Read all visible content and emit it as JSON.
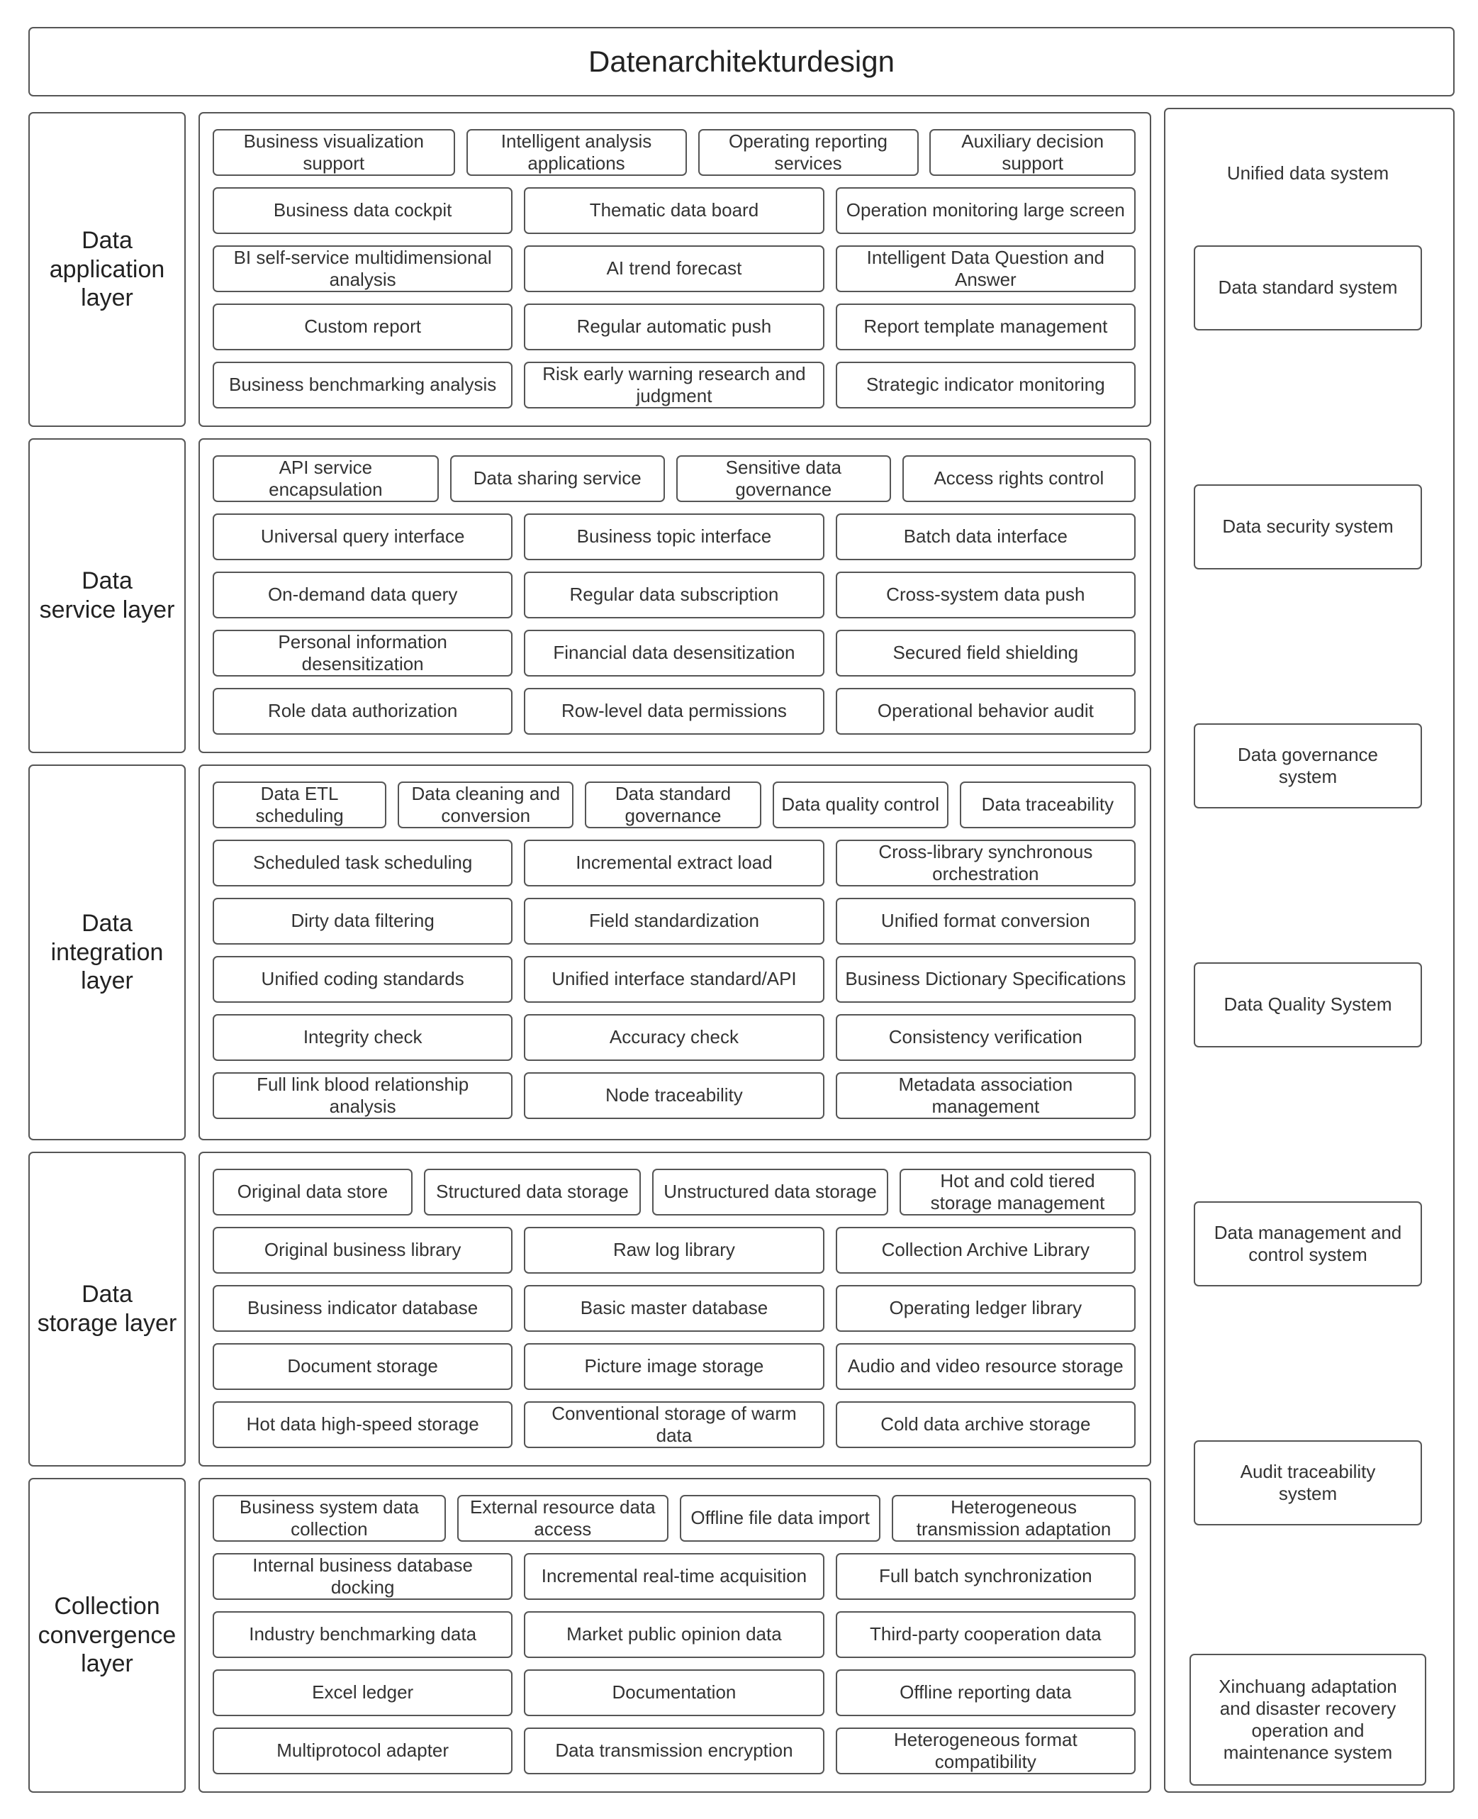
{
  "title": "Datenarchitekturdesign",
  "layers": [
    {
      "label": "Data\napplication\nlayer",
      "rows": [
        [
          "Business visualization support",
          "Intelligent analysis applications",
          "Operating reporting services",
          "Auxiliary decision support"
        ],
        [
          "Business data cockpit",
          "Thematic data board",
          "Operation monitoring large screen"
        ],
        [
          "BI self-service multidimensional analysis",
          "AI trend forecast",
          "Intelligent Data Question and Answer"
        ],
        [
          "Custom report",
          "Regular automatic push",
          "Report template management"
        ],
        [
          "Business benchmarking analysis",
          "Risk early warning research and judgment",
          "Strategic indicator monitoring"
        ]
      ]
    },
    {
      "label": "Data\nservice layer",
      "rows": [
        [
          "API service encapsulation",
          "Data sharing service",
          "Sensitive data governance",
          "Access rights control"
        ],
        [
          "Universal query interface",
          "Business topic interface",
          "Batch data interface"
        ],
        [
          "On-demand data query",
          "Regular data subscription",
          "Cross-system data push"
        ],
        [
          "Personal information desensitization",
          "Financial data desensitization",
          "Secured field shielding"
        ],
        [
          "Role data authorization",
          "Row-level data permissions",
          "Operational behavior audit"
        ]
      ]
    },
    {
      "label": "Data\nintegration\nlayer",
      "rows": [
        [
          "Data ETL scheduling",
          "Data cleaning and conversion",
          "Data standard governance",
          "Data quality control",
          "Data traceability"
        ],
        [
          "Scheduled task scheduling",
          "Incremental extract load",
          "Cross-library synchronous orchestration"
        ],
        [
          "Dirty data filtering",
          "Field standardization",
          "Unified format conversion"
        ],
        [
          "Unified coding standards",
          "Unified interface standard/API",
          "Business Dictionary Specifications"
        ],
        [
          "Integrity check",
          "Accuracy check",
          "Consistency verification"
        ],
        [
          "Full link blood relationship analysis",
          "Node traceability",
          "Metadata association management"
        ]
      ]
    },
    {
      "label": "Data\nstorage layer",
      "rows": [
        [
          "Original data store",
          "Structured data storage",
          "Unstructured data storage",
          "Hot and cold tiered storage management"
        ],
        [
          "Original business library",
          "Raw log library",
          "Collection Archive Library"
        ],
        [
          "Business indicator database",
          "Basic master database",
          "Operating ledger library"
        ],
        [
          "Document storage",
          "Picture image storage",
          "Audio and video resource storage"
        ],
        [
          "Hot data high-speed storage",
          "Conventional storage of warm data",
          "Cold data archive storage"
        ]
      ]
    },
    {
      "label": "Collection\nconvergence\nlayer",
      "rows": [
        [
          "Business system data collection",
          "External resource data access",
          "Offline file data import",
          "Heterogeneous transmission adaptation"
        ],
        [
          "Internal business database docking",
          "Incremental real-time acquisition",
          "Full batch synchronization"
        ],
        [
          "Industry benchmarking data",
          "Market public opinion data",
          "Third-party cooperation data"
        ],
        [
          "Excel ledger",
          "Documentation",
          "Offline reporting data"
        ],
        [
          "Multiprotocol adapter",
          "Data transmission encryption",
          "Heterogeneous format compatibility"
        ]
      ]
    }
  ],
  "right_column": {
    "header": "Unified data system",
    "systems": [
      "Data standard system",
      "Data security system",
      "Data governance system",
      "Data Quality System",
      "Data management and control system",
      "Audit traceability system",
      "Xinchuang adaptation and disaster recovery operation and maintenance system"
    ]
  }
}
